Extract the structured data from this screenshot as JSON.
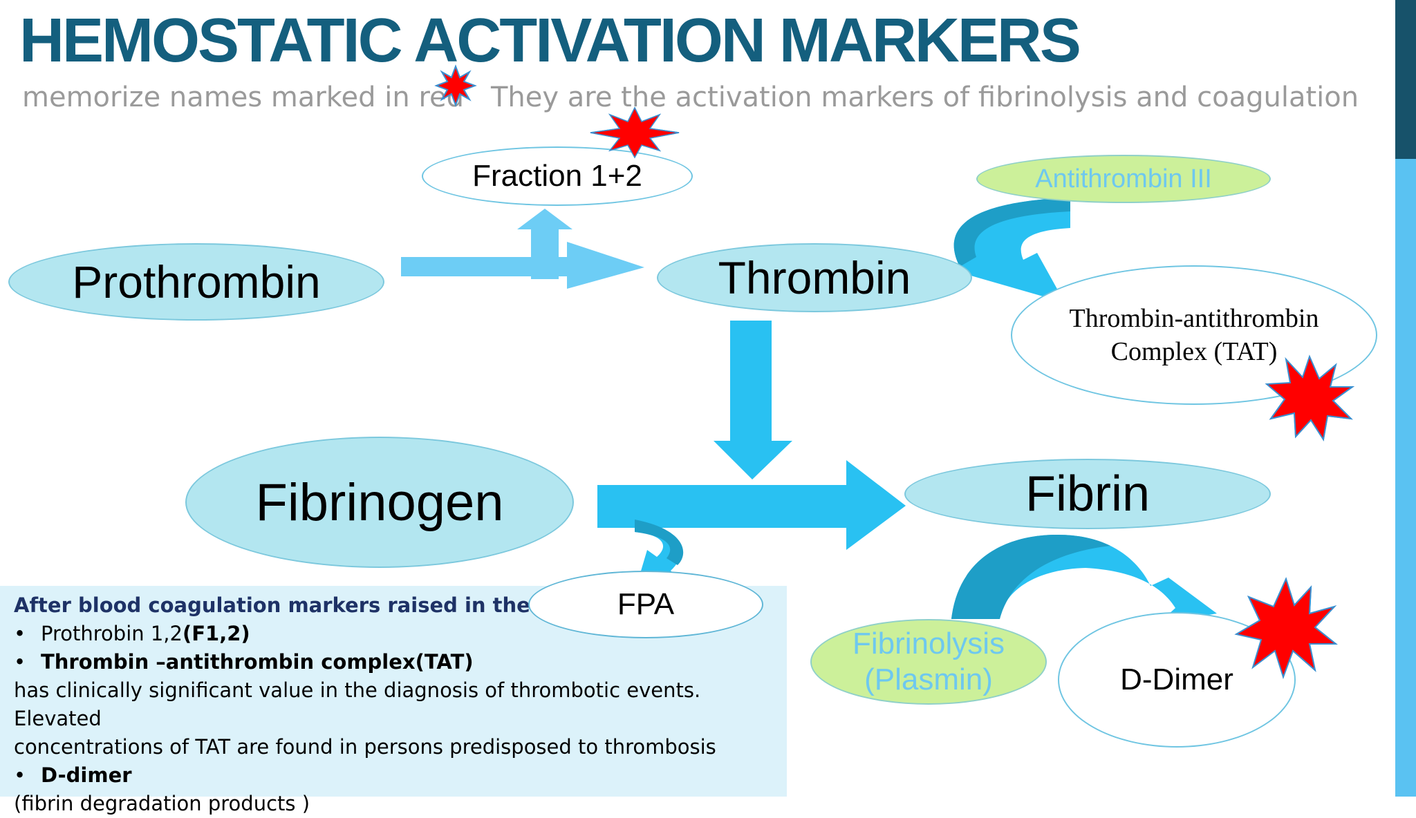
{
  "header": {
    "title": "HEMOSTATIC ACTIVATION MARKERS",
    "subtitle_left": "memorize names marked in red",
    "subtitle_right": "They are the activation markers of fibrinolysis and coagulation"
  },
  "nodes": {
    "prothrombin": "Prothrombin",
    "fraction12": "Fraction 1+2",
    "thrombin": "Thrombin",
    "antithrombin": "Antithrombin III",
    "tat_line1": "Thrombin-antithrombin",
    "tat_line2": "Complex (TAT)",
    "fibrinogen": "Fibrinogen",
    "fibrin": "Fibrin",
    "fpa": "FPA",
    "fibrinolysis_line1": "Fibrinolysis",
    "fibrinolysis_line2": "(Plasmin)",
    "ddimer": "D-Dimer"
  },
  "info": {
    "heading": "After blood coagulation markers raised in the blood:",
    "item1_text": "Prothrobin 1,2",
    "item1_bold": "(F1,2)",
    "item2_bold": "Thrombin –antithrombin complex(TAT)",
    "tat_desc_line1": "has clinically significant value in the diagnosis of thrombotic events. Elevated",
    "tat_desc_line2": "concentrations of TAT are found in persons predisposed to thrombosis",
    "item3_bold": "D-dimer",
    "item3_note": "(fibrin degradation products )"
  },
  "colors": {
    "title": "#145f7e",
    "arrow": "#29c1f2",
    "arrow_dark": "#1e9ec7",
    "node_blue": "#b3e6f0",
    "node_green": "#ccf09a",
    "starburst": "#ff0000"
  }
}
